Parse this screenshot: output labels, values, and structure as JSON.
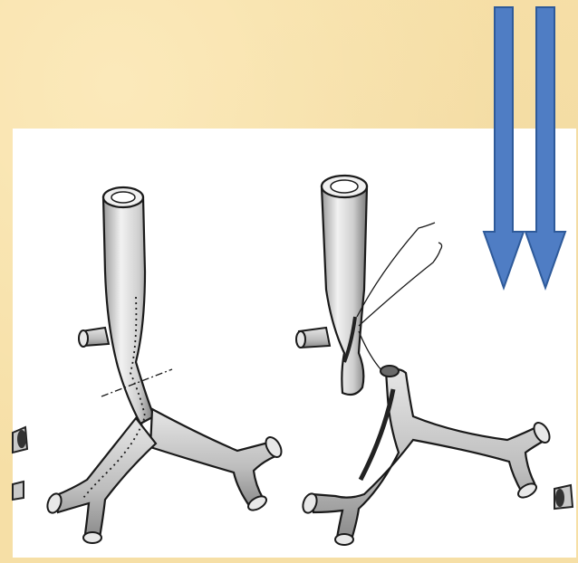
{
  "slide": {
    "background_color": "#f6dfa6",
    "panel_color": "#ffffff"
  },
  "figures": [
    {
      "name": "trachea-bronchi-before-resection",
      "cut_line": "dash-dot"
    },
    {
      "name": "trachea-bronchi-after-resection",
      "suture_lines": 2
    }
  ],
  "arrows": {
    "count": 2,
    "direction": "down",
    "fill_color": "#4f7dc4",
    "stroke_color": "#2e5a9a"
  }
}
